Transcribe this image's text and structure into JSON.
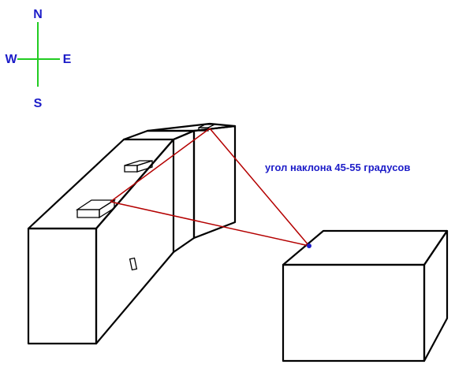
{
  "compass": {
    "north": "N",
    "south": "S",
    "east": "E",
    "west": "W",
    "cross_color": "#22cc22",
    "letter_color": "#1c1cc8"
  },
  "annotation": {
    "text": "угол наклона 45-55 градусов",
    "color": "#1c1cc8"
  },
  "ray_color": "#b40000"
}
